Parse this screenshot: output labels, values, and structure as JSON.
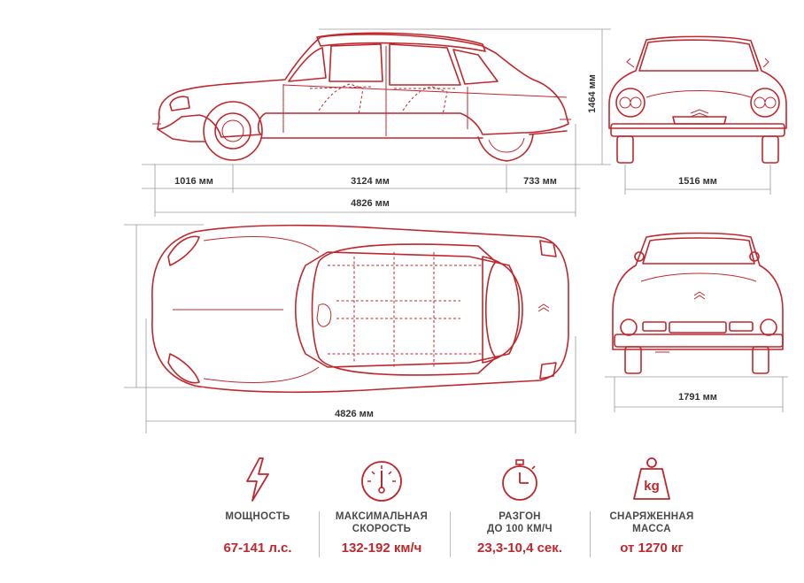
{
  "dimensions": {
    "side_front_overhang": "1016 мм",
    "side_wheelbase": "3124 мм",
    "side_rear_overhang": "733 мм",
    "side_length": "4826 мм",
    "height": "1464 мм",
    "front_track": "1516 мм",
    "top_length": "4826 мм",
    "width": "1791 мм"
  },
  "specs": [
    {
      "icon": "lightning-icon",
      "label_line1": "МОЩНОСТЬ",
      "label_line2": "",
      "value": "67-141 л.с."
    },
    {
      "icon": "speedometer-icon",
      "label_line1": "МАКСИМАЛЬНАЯ",
      "label_line2": "СКОРОСТЬ",
      "value": "132-192 км/ч"
    },
    {
      "icon": "stopwatch-icon",
      "label_line1": "РАЗГОН",
      "label_line2": "ДО 100 КМ/Ч",
      "value": "23,3-10,4 сек."
    },
    {
      "icon": "weight-kg-icon",
      "label_line1": "СНАРЯЖЕННАЯ",
      "label_line2": "МАССА",
      "value": "от 1270 кг"
    }
  ],
  "weight_icon_text": "kg",
  "colors": {
    "accent": "#c0272d",
    "text": "#4a4a4a",
    "dimension_lines": "#9a9a9a"
  }
}
